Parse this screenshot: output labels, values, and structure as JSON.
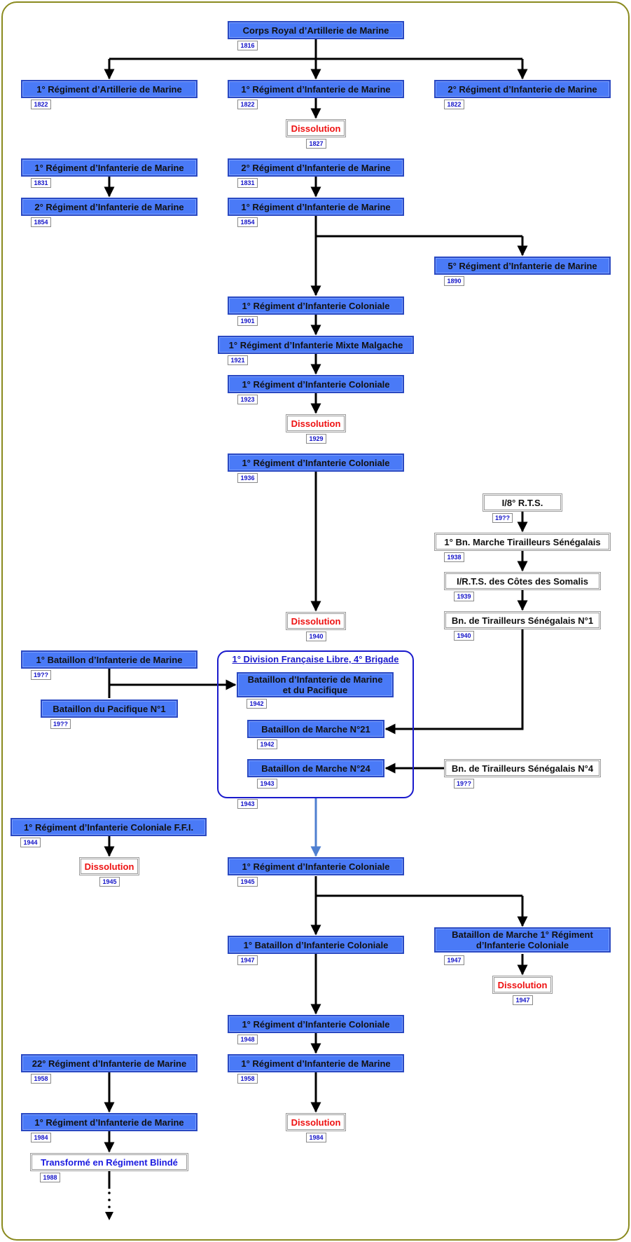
{
  "colors": {
    "unit_fill": "#4a7af7",
    "unit_border": "#2a49c2",
    "dissolution_text": "#ee1111",
    "year_text": "#1515c8",
    "frame": "#8a8a1e",
    "group_border": "#1a1acc",
    "arrow": "#000000",
    "merge_arrow": "#4f7fd0"
  },
  "group": {
    "title": "1° Division Française Libre, 4° Brigade",
    "year": "1943"
  },
  "nodes": [
    {
      "label": "Corps Royal d’Artillerie de Marine",
      "year": "1816"
    },
    {
      "label": "1° Régiment d’Artillerie de Marine",
      "year": "1822"
    },
    {
      "label": "1° Régiment d’Infanterie de Marine",
      "year": "1822"
    },
    {
      "label": "2° Régiment d’Infanterie de Marine",
      "year": "1822"
    },
    {
      "label": "Dissolution",
      "year": "1827"
    },
    {
      "label": "1° Régiment d’Infanterie de Marine",
      "year": "1831"
    },
    {
      "label": "2° Régiment d’Infanterie de Marine",
      "year": "1831"
    },
    {
      "label": "2° Régiment d’Infanterie de Marine",
      "year": "1854"
    },
    {
      "label": "1° Régiment d’Infanterie de Marine",
      "year": "1854"
    },
    {
      "label": "5° Régiment d’Infanterie de Marine",
      "year": "1890"
    },
    {
      "label": "1° Régiment d’Infanterie Coloniale",
      "year": "1901"
    },
    {
      "label": "1° Régiment d’Infanterie Mixte Malgache",
      "year": "1921"
    },
    {
      "label": "1° Régiment d’Infanterie Coloniale",
      "year": "1923"
    },
    {
      "label": "Dissolution",
      "year": "1929"
    },
    {
      "label": "1° Régiment d’Infanterie Coloniale",
      "year": "1936"
    },
    {
      "label": "I/8° R.T.S.",
      "year": "19??"
    },
    {
      "label": "1° Bn. Marche Tirailleurs Sénégalais",
      "year": "1938"
    },
    {
      "label": "I/R.T.S. des Côtes des Somalis",
      "year": "1939"
    },
    {
      "label": "Dissolution",
      "year": "1940"
    },
    {
      "label": "Bn. de Tirailleurs Sénégalais N°1",
      "year": "1940"
    },
    {
      "label": "1° Bataillon d’Infanterie de Marine",
      "year": "19??"
    },
    {
      "label": "Bataillon du Pacifique N°1",
      "year": "19??"
    },
    {
      "label": "Bataillon d’Infanterie de Marine et du Pacifique",
      "year": "1942"
    },
    {
      "label": "Bataillon de Marche N°21",
      "year": "1942"
    },
    {
      "label": "Bataillon de Marche N°24",
      "year": "1943"
    },
    {
      "label": "Bn. de Tirailleurs Sénégalais N°4",
      "year": "19??"
    },
    {
      "label": "1° Régiment d’Infanterie Coloniale F.F.I.",
      "year": "1944"
    },
    {
      "label": "Dissolution",
      "year": "1945"
    },
    {
      "label": "1° Régiment d’Infanterie Coloniale",
      "year": "1945"
    },
    {
      "label": "1° Bataillon d’Infanterie Coloniale",
      "year": "1947"
    },
    {
      "label": "Bataillon de Marche 1° Régiment d’Infanterie Coloniale",
      "year": "1947"
    },
    {
      "label": "Dissolution",
      "year": "1947"
    },
    {
      "label": "1° Régiment d’Infanterie Coloniale",
      "year": "1948"
    },
    {
      "label": "22° Régiment d’Infanterie de Marine",
      "year": "1958"
    },
    {
      "label": "1° Régiment d’Infanterie de Marine",
      "year": "1958"
    },
    {
      "label": "1° Régiment d’Infanterie de Marine",
      "year": "1984"
    },
    {
      "label": "Dissolution",
      "year": "1984"
    },
    {
      "label": "Transformé en Régiment Blindé",
      "year": "1988"
    }
  ]
}
